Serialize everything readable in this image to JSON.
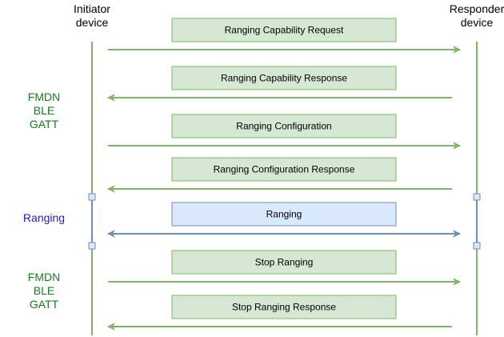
{
  "participants": {
    "initiator": {
      "line1": "Initiator",
      "line2": "device"
    },
    "responder": {
      "line1": "Responder",
      "line2": "device"
    }
  },
  "phases": [
    {
      "lines": [
        "FMDN",
        "BLE",
        "GATT"
      ],
      "color": "#1a7a1a"
    },
    {
      "lines": [
        "Ranging"
      ],
      "color": "#1f1fbf"
    },
    {
      "lines": [
        "FMDN",
        "BLE",
        "GATT"
      ],
      "color": "#1a7a1a"
    }
  ],
  "messages": [
    {
      "label": "Ranging Capability Request",
      "direction": "to-responder",
      "style": "green"
    },
    {
      "label": "Ranging Capability Response",
      "direction": "to-initiator",
      "style": "green"
    },
    {
      "label": "Ranging Configuration",
      "direction": "to-responder",
      "style": "green"
    },
    {
      "label": "Ranging Configuration Response",
      "direction": "to-initiator",
      "style": "green"
    },
    {
      "label": "Ranging",
      "direction": "both",
      "style": "blue"
    },
    {
      "label": "Stop Ranging",
      "direction": "to-responder",
      "style": "green"
    },
    {
      "label": "Stop Ranging Response",
      "direction": "to-initiator",
      "style": "green"
    }
  ],
  "colors": {
    "lifeline_green": "#82b366",
    "box_green_fill": "#d5e8d4",
    "box_green_stroke": "#82b366",
    "box_blue_fill": "#dae8fc",
    "box_blue_stroke": "#6c8ebf",
    "arrow_blue": "#6c8ebf",
    "text": "#000000"
  }
}
